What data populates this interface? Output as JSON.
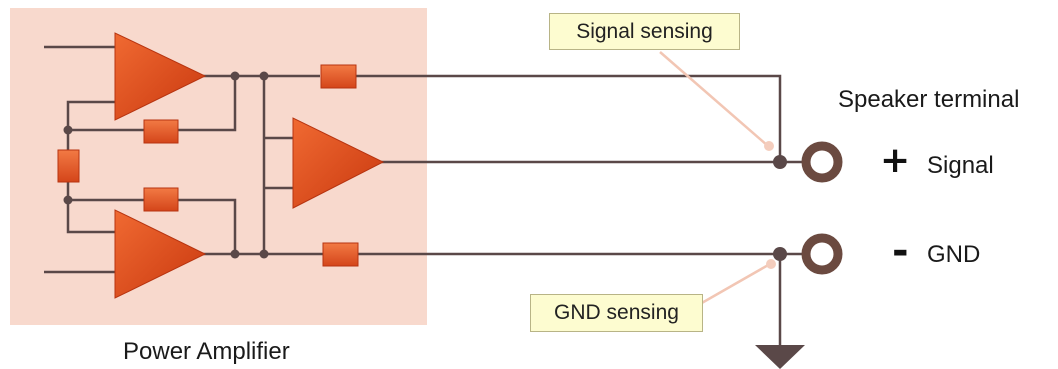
{
  "amplifier": {
    "label": "Power Amplifier"
  },
  "speaker": {
    "title": "Speaker terminal",
    "positive": {
      "sign": "+",
      "label": "Signal"
    },
    "negative": {
      "sign": "-",
      "label": "GND"
    }
  },
  "callouts": {
    "signal_sensing": "Signal sensing",
    "gnd_sensing": "GND sensing"
  },
  "colors": {
    "amp_background": "#f8d9cd",
    "component_fill": "#e5531f",
    "wire": "#5a4848",
    "terminal": "#6b4a40",
    "callout_bg": "#fdfcd0",
    "leader_line": "#f2c6b4"
  }
}
